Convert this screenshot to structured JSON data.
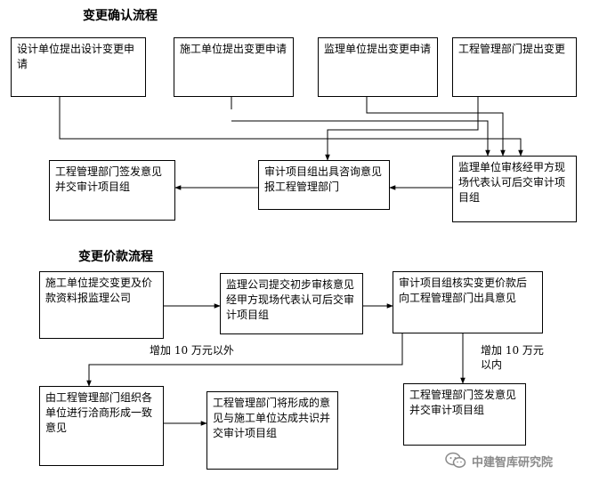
{
  "section1": {
    "title": "变更确认流程",
    "boxes": {
      "design_unit": "设计单位提出设计变更申请",
      "construction_unit": "施工单位提出变更申请",
      "supervision_unit": "监理单位提出变更申请",
      "project_mgmt": "工程管理部门提出变更",
      "mgmt_sign": "工程管理部门签发意见并交审计项目组",
      "audit_group": "审计项目组出具咨询意见报工程管理部门",
      "supervision_review": "监理单位审核经甲方现场代表认可后交审计项目组"
    }
  },
  "section2": {
    "title": "变更价款流程",
    "boxes": {
      "submit_price": "施工单位提交变更及价款资料报监理公司",
      "supervision_review": "监理公司提交初步审核意见经甲方现场代表认可后交审计项目组",
      "audit_verify": "审计项目组核实变更价款后向工程管理部门出具意见",
      "mgmt_negotiate": "由工程管理部门组织各单位进行洽商形成一致意见",
      "mgmt_agree": "工程管理部门将形成的意见与施工单位达成共识并交审计项目组",
      "mgmt_sign": "工程管理部门签发意见并交审计项目组"
    },
    "labels": {
      "over": "增加 10 万元以外",
      "within": "增加 10 万元以内"
    }
  },
  "watermark": {
    "text": "中建智库研究院",
    "icon": "wechat-icon"
  }
}
